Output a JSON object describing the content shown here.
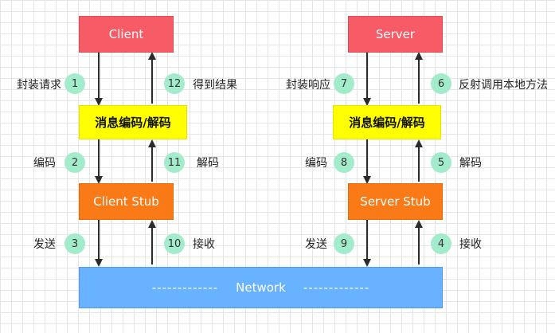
{
  "boxes": {
    "client": "Client",
    "server": "Server",
    "client_codec": "消息编码/解码",
    "server_codec": "消息编码/解码",
    "client_stub": "Client Stub",
    "server_stub": "Server Stub",
    "network": "Network",
    "network_dashes_left": "-------------",
    "network_dashes_right": "-------------"
  },
  "client_steps": [
    {
      "num": "1",
      "label": "封装请求"
    },
    {
      "num": "2",
      "label": "编码"
    },
    {
      "num": "3",
      "label": "发送"
    },
    {
      "num": "10",
      "label": "接收"
    },
    {
      "num": "11",
      "label": "解码"
    },
    {
      "num": "12",
      "label": "得到结果"
    }
  ],
  "server_steps": [
    {
      "num": "4",
      "label": "接收"
    },
    {
      "num": "5",
      "label": "解码"
    },
    {
      "num": "6",
      "label": "反射调用本地方法"
    },
    {
      "num": "7",
      "label": "封装响应"
    },
    {
      "num": "8",
      "label": "编码"
    },
    {
      "num": "9",
      "label": "发送"
    }
  ],
  "colors": {
    "endpoint": "#f65b66",
    "codec": "#ffff00",
    "stub": "#fa7a17",
    "network": "#69b2ff",
    "step_badge": "#a2eccb"
  }
}
